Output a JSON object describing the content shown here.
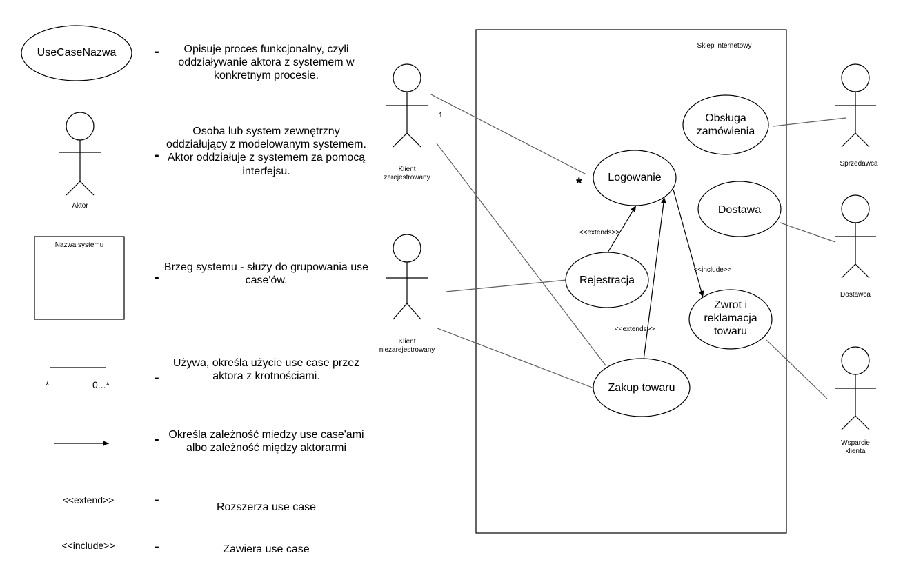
{
  "legend": {
    "usecase_symbol_label": "UseCaseNazwa",
    "usecase_desc": "Opisuje proces funkcjonalny, czyli oddziaływanie aktora z systemem w konkretnym procesie.",
    "actor_symbol_label": "Aktor",
    "actor_desc": "Osoba lub system zewnętrzny oddziałujący z modelowanym systemem. Aktor oddziałuje z systemem za pomocą interfejsu.",
    "system_symbol_label": "Nazwa systemu",
    "system_desc": "Brzeg systemu - służy do grupowania use case'ów.",
    "assoc_mult_left": "*",
    "assoc_mult_right": "0...*",
    "assoc_desc": "Używa, określa użycie use case przez aktora z krotnościami.",
    "dependency_desc": "Określa zależność miedzy use case'ami albo zależność między aktorarmi",
    "extend_symbol": "<<extend>>",
    "extend_desc": "Rozszerza use case",
    "include_symbol": "<<include>>",
    "include_desc": "Zawiera use case",
    "dash": "-"
  },
  "system": {
    "name": "Sklep internetowy"
  },
  "actors": {
    "klient_zarejestrowany": "Klient\nzarejestrowany",
    "klient_niezarejestrowany": "Klient\nniezarejestrowany",
    "sprzedawca": "Sprzedawca",
    "dostawca": "Dostawca",
    "wsparcie_klienta": "Wsparcie\nklienta"
  },
  "usecases": {
    "logowanie": "Logowanie",
    "rejestracja": "Rejestracja",
    "zakup_towaru": "Zakup towaru",
    "obsluga_zamowienia": "Obsługa\nzamówienia",
    "dostawa": "Dostawa",
    "zwrot": "Zwrot i\nreklamacja\ntowaru"
  },
  "relations": {
    "extends_rejestracja_logowanie": "<<extends>>",
    "extends_zakup_logowanie": "<<extends>>",
    "include_logowanie_zwrot": "<<include>>"
  },
  "multiplicities": {
    "klient_zarejestrowany_end": "1",
    "logowanie_end": "*"
  },
  "colors": {
    "line": "#606060",
    "stroke": "#000000",
    "background": "#ffffff"
  }
}
